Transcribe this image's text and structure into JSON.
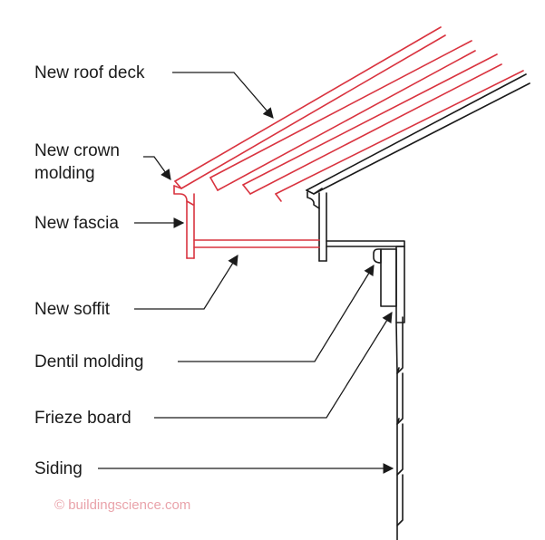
{
  "labels": {
    "roof_deck": "New roof deck",
    "crown_line1": "New crown",
    "crown_line2": "molding",
    "fascia": "New fascia",
    "soffit": "New soffit",
    "dentil": "Dentil molding",
    "frieze": "Frieze board",
    "siding": "Siding"
  },
  "watermark": "© buildingscience.com",
  "colors": {
    "new_work": "#d9333f",
    "existing": "#1a1a1a",
    "watermark": "#e9a3aa",
    "background": "#ffffff"
  }
}
